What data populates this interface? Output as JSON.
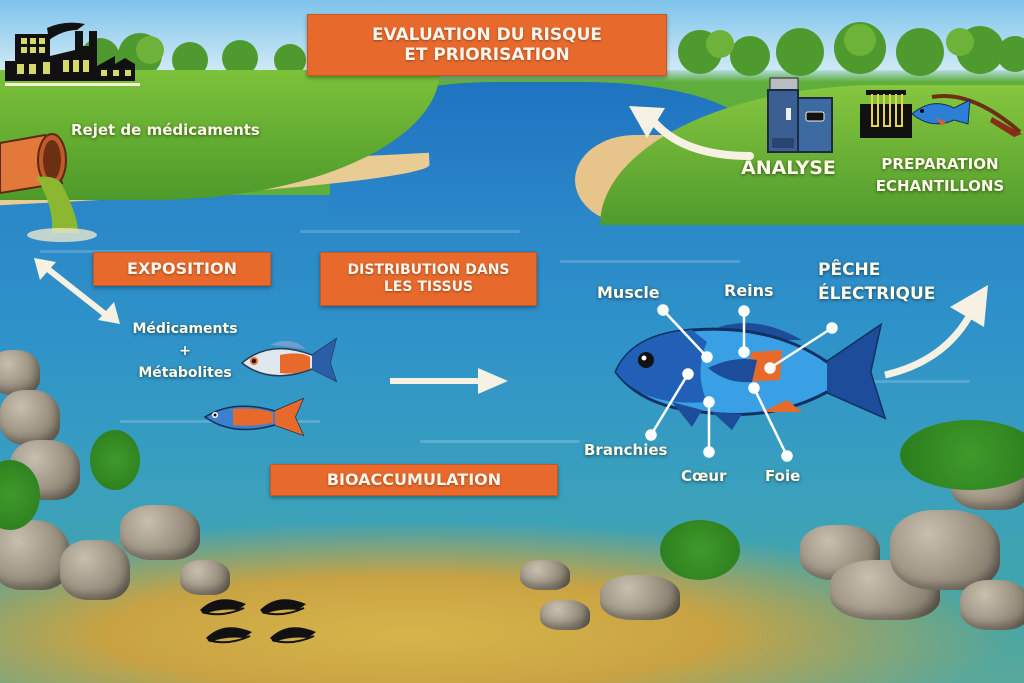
{
  "title_box": {
    "line1": "EVALUATION DU RISQUE",
    "line2": "ET PRIORISATION"
  },
  "labels": {
    "rejet": "Rejet de médicaments",
    "analyse": "ANALYSE",
    "preparation_line1": "PREPARATION",
    "preparation_line2": "ECHANTILLONS",
    "exposition": "EXPOSITION",
    "distribution_line1": "DISTRIBUTION DANS",
    "distribution_line2": "LES TISSUS",
    "medicaments": "Médicaments",
    "plus": "+",
    "metabolites": "Métabolites",
    "peche_line1": "PÊCHE",
    "peche_line2": "ÉLECTRIQUE",
    "bioaccumulation": "BIOACCUMULATION"
  },
  "organs": [
    {
      "name": "Muscle"
    },
    {
      "name": "Reins"
    },
    {
      "name": "Branchies"
    },
    {
      "name": "Cœur"
    },
    {
      "name": "Foie"
    }
  ],
  "colors": {
    "label_orange": "#e8692c",
    "water_blue": "#2a86c8",
    "grass_green": "#6fb83a",
    "fish_blue": "#2f7fd0",
    "fin_orange": "#e86a2a"
  },
  "icons": [
    "factory-icon",
    "drain-pipe-icon",
    "lab-analyzer-icon",
    "test-tube-rack-icon",
    "fish-sample-icon",
    "electrofishing-rod-icon",
    "small-fish-icon",
    "mussel-icon",
    "arrow-icon"
  ]
}
